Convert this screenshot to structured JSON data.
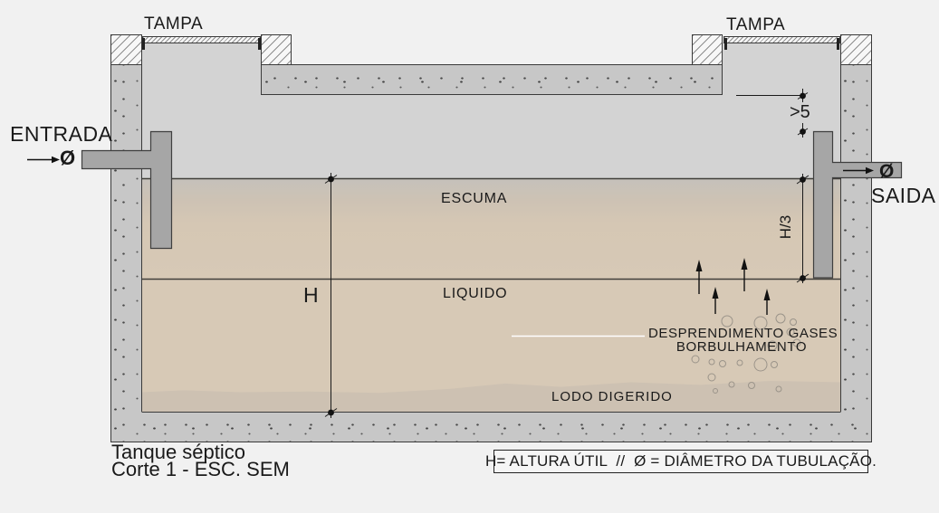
{
  "drawing": {
    "title_line1": "Tanque séptico",
    "title_line2": "Corte 1 - ESC. SEM",
    "legend": "H= ALTURA ÚTIL  //  Ø = DIÂMETRO DA TUBULAÇÃO."
  },
  "labels": {
    "tampa_left": "TAMPA",
    "tampa_right": "TAMPA",
    "entrada": "ENTRADA",
    "saida": "SAIDA",
    "escuma": "ESCUMA",
    "liquido": "LIQUIDO",
    "lodo_digerido": "LODO DIGERIDO",
    "gases_line1": "DESPRENDIMENTO GASES",
    "gases_line2": "BORBULHAMENTO"
  },
  "dimensions": {
    "height_total": "H",
    "height_third": "H/3",
    "clearance": ">5",
    "inlet_diameter": "Ø",
    "outlet_diameter": "Ø"
  },
  "colors": {
    "bg": "#f1f1f1",
    "ink": "#1a1a1a",
    "line": "#3a3a3a",
    "concrete": "#c7c7c7",
    "headspace": "#d3d3d3",
    "scum-top": "#c5c1bb",
    "liquid": "#d7c9b6",
    "lodo": "#cdc1b2",
    "pipe": "#a6a6a6",
    "hatch-bg": "#f7f7f7",
    "white-line": "#ffffff"
  }
}
